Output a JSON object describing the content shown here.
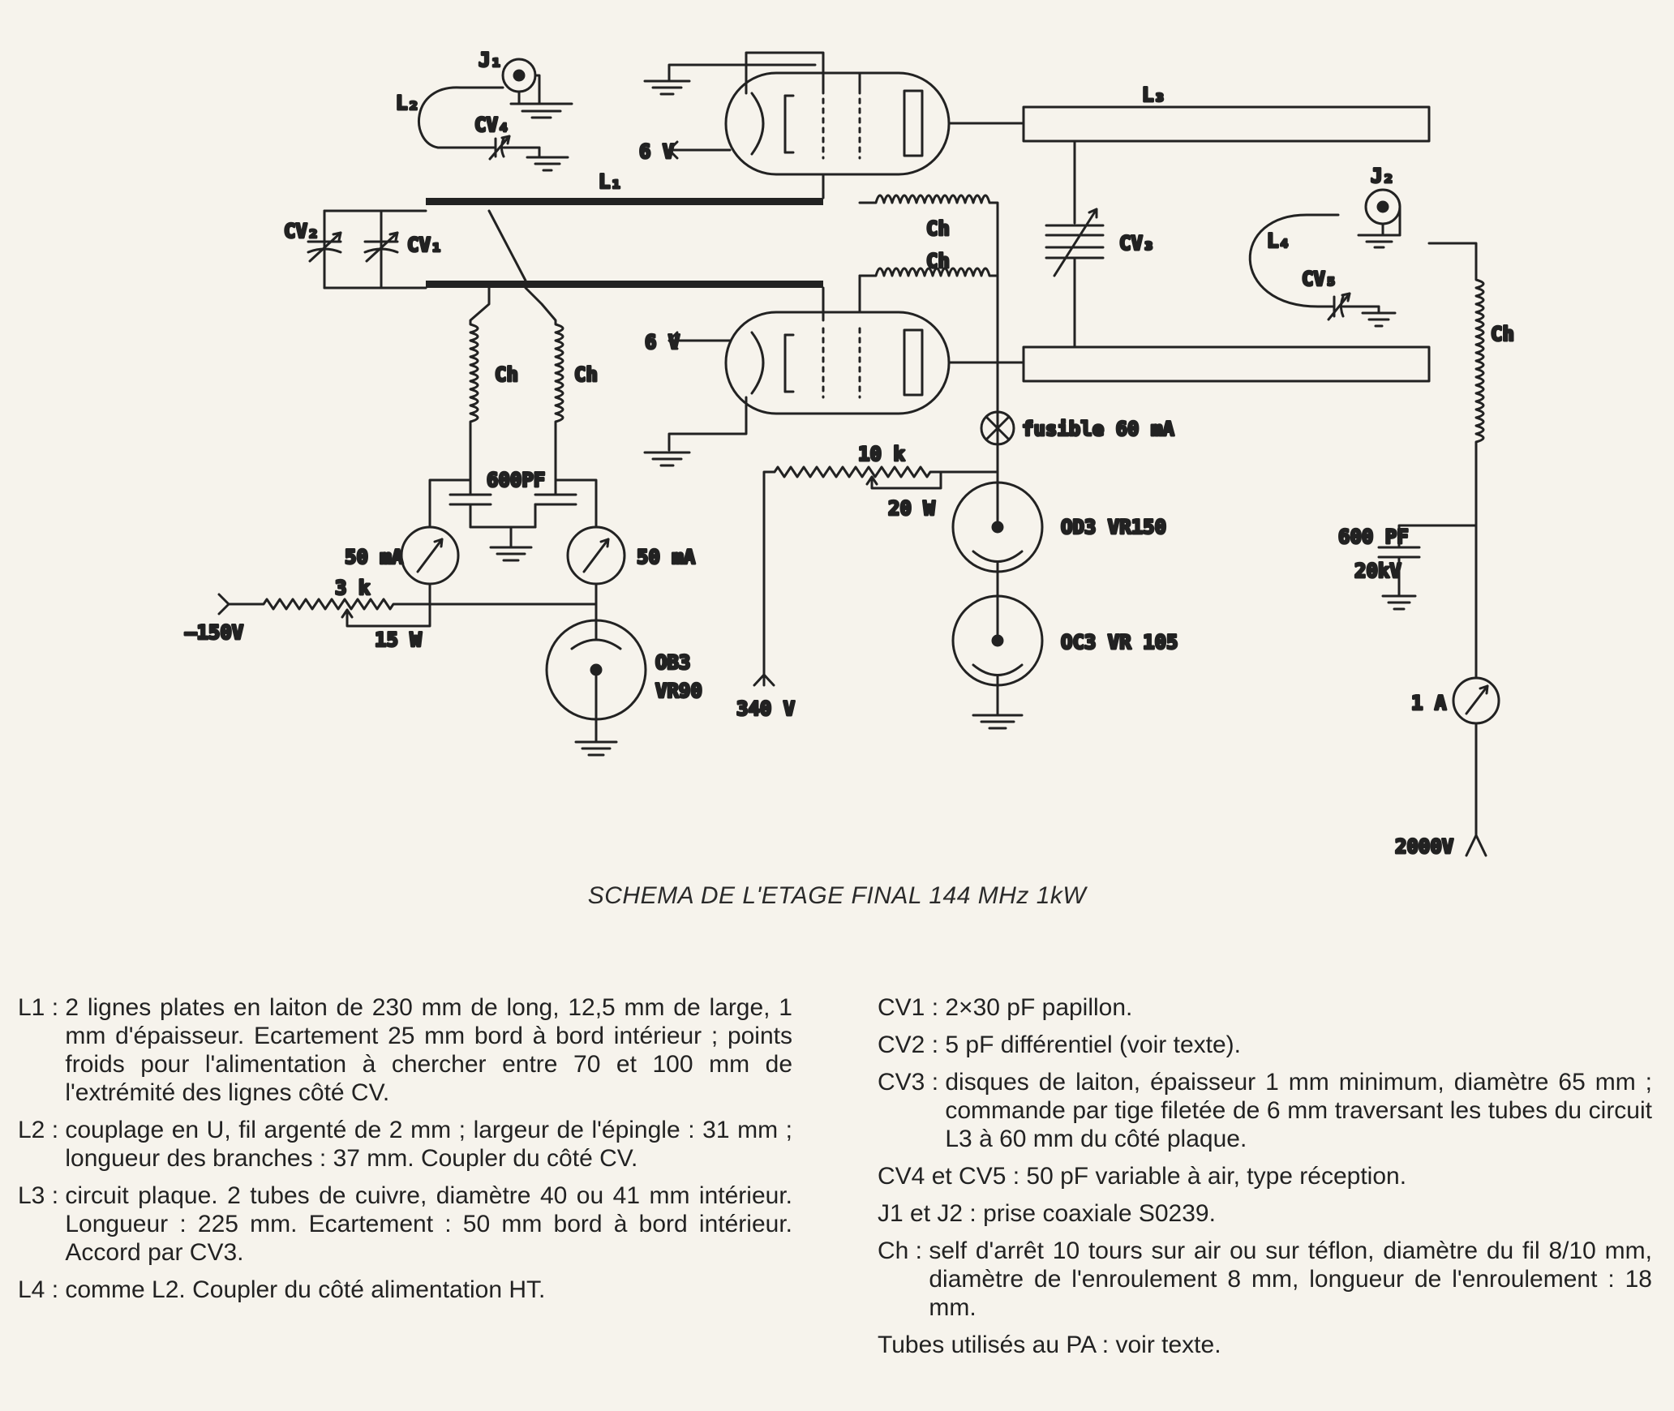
{
  "labels": {
    "j1": "J₁",
    "l2": "L₂",
    "cv4": "CV₄",
    "l1": "L₁",
    "cv2": "CV₂",
    "cv1": "CV₁",
    "six_v_top": "6 V",
    "six_v_bottom": "6 V",
    "ch_top": "Ch",
    "ch_mid": "Ch",
    "ch_left1": "Ch",
    "ch_left2": "Ch",
    "ch_right": "Ch",
    "l3": "L₃",
    "cv3": "CV₃",
    "j2": "J₂",
    "l4": "L₄",
    "cv5": "CV₅",
    "fuse": "fusible 60 mA",
    "r10k": "10 k",
    "w20": "20 W",
    "od3": "OD3  VR150",
    "oc3": "OC3  VR 105",
    "v340": "340 V",
    "c600pf_left": "600PF",
    "ma50_left": "50 mA",
    "ma50_right": "50 mA",
    "r3k": "3 k",
    "w15": "15 W",
    "v150": "—150V",
    "ob3": "OB3",
    "vr90": "VR90",
    "c600pf_right": "600 PF",
    "kv20": "20kV",
    "a1": "1 A",
    "v2000": "2000V"
  },
  "caption": "SCHEMA DE L'ETAGE FINAL 144 MHz 1kW",
  "legend_left": [
    {
      "key": "L1 : ",
      "text": "2 lignes plates en laiton de 230 mm de long, 12,5 mm de large, 1 mm d'épaisseur. Ecartement 25 mm bord à bord intérieur ; points froids pour l'alimentation à chercher entre 70 et 100 mm de l'extrémité des lignes côté CV."
    },
    {
      "key": "L2 : ",
      "text": "couplage en U, fil argenté de 2 mm ; largeur de l'épingle : 31 mm ; longueur des branches : 37 mm. Coupler du côté CV."
    },
    {
      "key": "L3 : ",
      "text": "circuit plaque. 2 tubes de cuivre, diamètre 40 ou 41 mm intérieur. Longueur : 225 mm. Ecartement : 50 mm bord à bord intérieur. Accord par CV3."
    },
    {
      "key": "L4 : ",
      "text": "comme L2. Coupler du côté alimentation HT."
    }
  ],
  "legend_right": [
    {
      "key": "CV1 : ",
      "text": "2×30 pF papillon."
    },
    {
      "key": "CV2 : ",
      "text": "5 pF différentiel (voir texte)."
    },
    {
      "key": "CV3 : ",
      "text": "disques de laiton, épaisseur 1 mm minimum, diamètre 65 mm ; commande par tige filetée de 6 mm traversant les tubes du circuit L3 à 60 mm du côté plaque."
    },
    {
      "key": "CV4 et CV5 : ",
      "text": "50 pF variable à air, type réception."
    },
    {
      "key": "J1 et J2 : ",
      "text": "prise coaxiale S0239."
    },
    {
      "key": "Ch : ",
      "text": "self d'arrêt 10 tours sur air ou sur téflon, diamètre du fil 8/10 mm, diamètre de l'enroulement 8 mm, longueur de l'enroulement : 18 mm."
    }
  ],
  "legend_footer": "Tubes utilisés au PA : voir texte."
}
